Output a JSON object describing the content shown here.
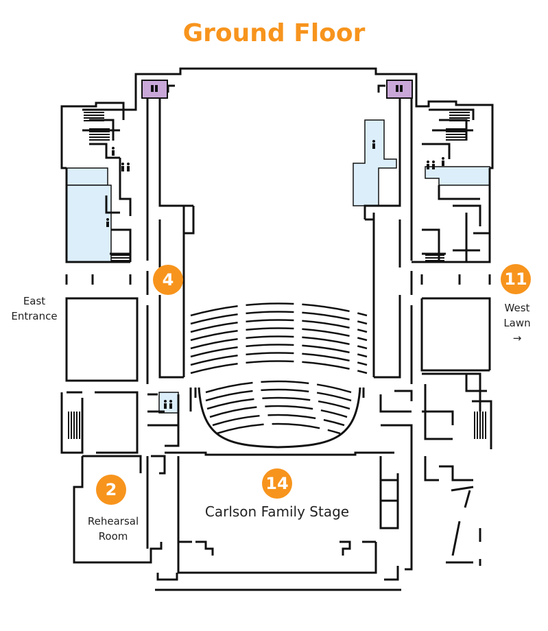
{
  "title": "Ground Floor",
  "colors": {
    "accent": "#F7941D",
    "walls": "#111111",
    "restroom_fill": "#DCEEFA",
    "elevator_fill": "#C9A7D8"
  },
  "markers": [
    {
      "id": "4",
      "label": "4"
    },
    {
      "id": "11",
      "label": "11"
    },
    {
      "id": "2",
      "label": "2"
    },
    {
      "id": "14",
      "label": "14"
    }
  ],
  "labels": {
    "east_entrance_line1": "East",
    "east_entrance_line2": "Entrance",
    "west_lawn_line1": "West",
    "west_lawn_line2": "Lawn",
    "west_lawn_arrow": "→",
    "rehearsal_line1": "Rehearsal",
    "rehearsal_line2": "Room",
    "stage": "Carlson Family Stage"
  },
  "icons": [
    "elevator-icon",
    "restroom-icon"
  ]
}
